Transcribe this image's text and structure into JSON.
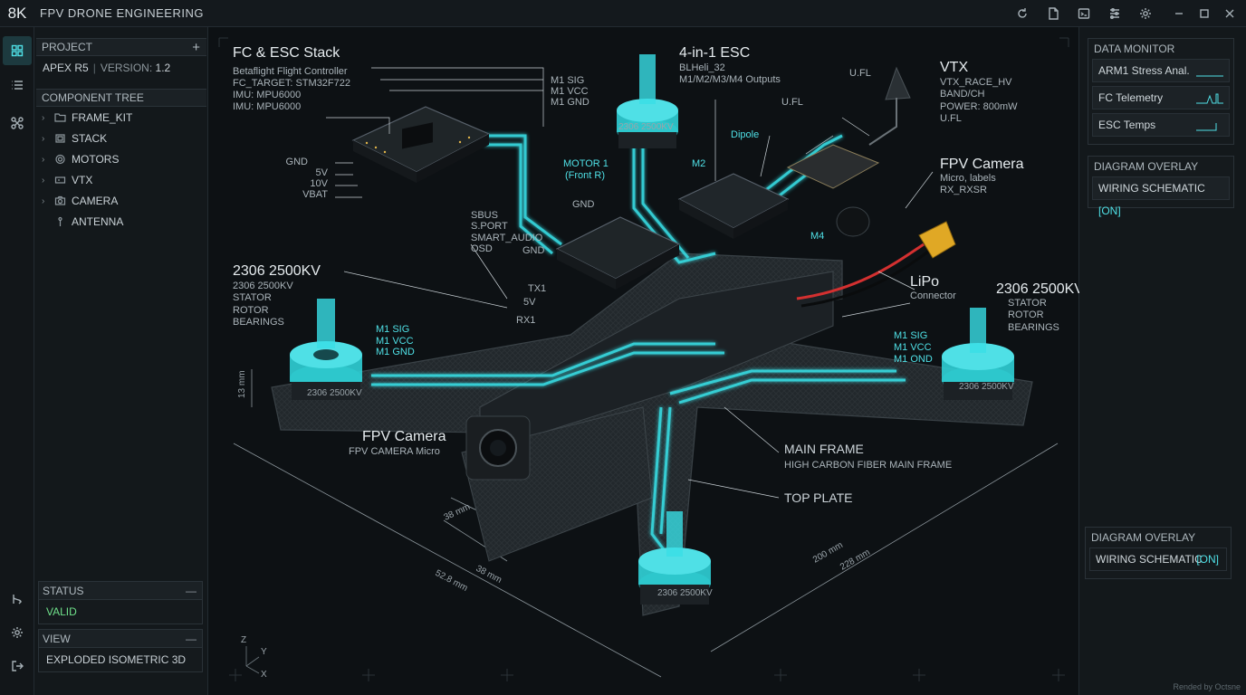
{
  "app": {
    "logo": "8K",
    "title": "FPV DRONE ENGINEERING"
  },
  "titlebar": {
    "tools": [
      "refresh-icon",
      "document-icon",
      "terminal-icon",
      "sliders-icon",
      "settings-icon"
    ],
    "window": [
      "minimize-icon",
      "maximize-icon",
      "close-icon"
    ]
  },
  "activity": [
    "dashboard-icon",
    "list-icon",
    "drone-icon",
    "git-branch-icon",
    "settings-icon",
    "logout-icon"
  ],
  "project": {
    "header": "PROJECT",
    "add": "+",
    "name": "APEX R5",
    "separator": "|",
    "version_label": "VERSION:",
    "version": "1.2"
  },
  "tree": {
    "header": "COMPONENT TREE",
    "items": [
      {
        "label": "FRAME_KIT",
        "icon": "folder-icon",
        "expandable": true
      },
      {
        "label": "STACK",
        "icon": "chip-icon",
        "expandable": true
      },
      {
        "label": "MOTORS",
        "icon": "gear-icon",
        "expandable": true
      },
      {
        "label": "VTX",
        "icon": "transmitter-icon",
        "expandable": true
      },
      {
        "label": "CAMERA",
        "icon": "camera-icon",
        "expandable": true
      },
      {
        "label": "ANTENNA",
        "icon": "antenna-icon",
        "expandable": false
      }
    ]
  },
  "status": {
    "header": "STATUS",
    "value": "VALID",
    "collapse": "—"
  },
  "view": {
    "header": "VIEW",
    "value": "EXPLODED ISOMETRIC 3D",
    "collapse": "—"
  },
  "diagram": {
    "fc": {
      "title": "FC & ESC Stack",
      "lines": [
        "Betaflight Flight Controller",
        "FC_TARGET: STM32F722",
        "IMU: MPU6000",
        "IMU: MPU6000"
      ]
    },
    "esc": {
      "title": "4-in-1 ESC",
      "lines": [
        "BLHeli_32",
        "M1/M2/M3/M4 Outputs"
      ]
    },
    "vtx": {
      "title": "VTX",
      "lines": [
        "VTX_RACE_HV",
        "BAND/CH",
        "POWER: 800mW",
        "U.FL"
      ],
      "ufl1": "U.FL",
      "ufl2": "U.FL",
      "dipole": "Dipole"
    },
    "fpv_cam_top": {
      "title": "FPV Camera",
      "lines": [
        "Micro, labels",
        "RX_RXSR"
      ]
    },
    "fpv_cam_front": {
      "title": "FPV Camera",
      "sub": "FPV CAMERA Micro"
    },
    "motor_fl": {
      "title": "2306 2500KV",
      "lines": [
        "2306 2500KV",
        "STATOR",
        "ROTOR",
        "BEARINGS"
      ]
    },
    "motor_fr": {
      "title": "2306 2500KV",
      "lines": [
        "STATOR",
        "ROTOR",
        "BEARINGS"
      ]
    },
    "motor1": {
      "lines": [
        "MOTOR 1",
        "(Front R)"
      ]
    },
    "lipo": {
      "title": "LiPo",
      "sub": "Connector"
    },
    "frame": {
      "title": "MAIN FRAME",
      "sub": "HIGH CARBON FIBER MAIN FRAME"
    },
    "top_plate": "TOP PLATE",
    "fc_pins_left": [
      "GND",
      "5V",
      "10V",
      "VBAT"
    ],
    "fc_pins_right": [
      "M1 SIG",
      "M1 VCC",
      "M1 GND"
    ],
    "rx_pins": [
      "SBUS",
      "S.PORT",
      "SMART_AUDIO",
      "OSD"
    ],
    "uart_pins": [
      "GND",
      "TX1",
      "5V",
      "RX1"
    ],
    "gnd": "GND",
    "m2": "M2",
    "m4": "M4",
    "left_motor_pins": [
      "M1 SIG",
      "M1 VCC",
      "M1 GND"
    ],
    "right_motor_pins": [
      "M1 SIG",
      "M1 VCC",
      "M1 OND"
    ],
    "motor_stamps": [
      "2306 2500KV",
      "2306 2500KV",
      "2306 2500KV",
      "2306 2500KV"
    ],
    "dims": [
      "13 mm",
      "38 mm",
      "52.8 mm",
      "38 mm",
      "200 mm",
      "228 mm"
    ],
    "axes": [
      "Z",
      "Y",
      "X"
    ],
    "colors": {
      "wire": "#38dfe6",
      "motor": "#2fd0d6",
      "carbon": "#1f2428",
      "accent": "#4fe0e6"
    }
  },
  "monitor": {
    "header": "DATA MONITOR",
    "rows": [
      "ARM1 Stress Anal.",
      "FC Telemetry",
      "ESC Temps"
    ]
  },
  "overlay_top": {
    "header": "DIAGRAM OVERLAY",
    "label": "WIRING SCHEMATIC",
    "state": "[ON]"
  },
  "overlay_bottom": {
    "header": "DIAGRAM OVERLAY",
    "label": "WIRING SCHEMATIC",
    "state": "[ON]"
  },
  "credit": "Rended by Octsne"
}
